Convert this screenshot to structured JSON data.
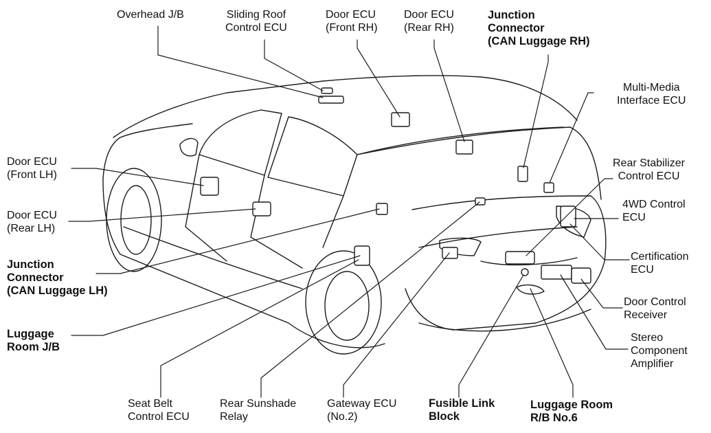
{
  "diagram": {
    "line_color": "#1a1a1a",
    "labels": {
      "overhead_jb": [
        "Overhead J/B"
      ],
      "sliding_roof_ecu": [
        "Sliding Roof",
        "Control ECU"
      ],
      "door_ecu_front_rh": [
        "Door ECU",
        "(Front RH)"
      ],
      "door_ecu_rear_rh": [
        "Door ECU",
        "(Rear RH)"
      ],
      "junction_connector_rh": [
        "Junction",
        "Connector",
        "(CAN Luggage RH)"
      ],
      "multi_media_ecu": [
        "Multi-Media",
        "Interface ECU"
      ],
      "rear_stabilizer_ecu": [
        "Rear Stabilizer",
        "Control ECU"
      ],
      "fwd_control_ecu": [
        "4WD Control",
        "ECU"
      ],
      "certification_ecu": [
        "Certification",
        "ECU"
      ],
      "door_control_receiver": [
        "Door Control",
        "Receiver"
      ],
      "stereo_amplifier": [
        "Stereo",
        "Component",
        "Amplifier"
      ],
      "luggage_room_rb6": [
        "Luggage Room",
        "R/B No.6"
      ],
      "fusible_link_block": [
        "Fusible Link",
        "Block"
      ],
      "gateway_ecu_2": [
        "Gateway ECU",
        "(No.2)"
      ],
      "rear_sunshade_relay": [
        "Rear Sunshade",
        "Relay"
      ],
      "seat_belt_ecu": [
        "Seat Belt",
        "Control ECU"
      ],
      "luggage_room_jb": [
        "Luggage",
        "Room J/B"
      ],
      "junction_connector_lh": [
        "Junction",
        "Connector",
        "(CAN Luggage LH)"
      ],
      "door_ecu_rear_lh": [
        "Door ECU",
        "(Rear LH)"
      ],
      "door_ecu_front_lh": [
        "Door ECU",
        "(Front LH)"
      ]
    }
  }
}
